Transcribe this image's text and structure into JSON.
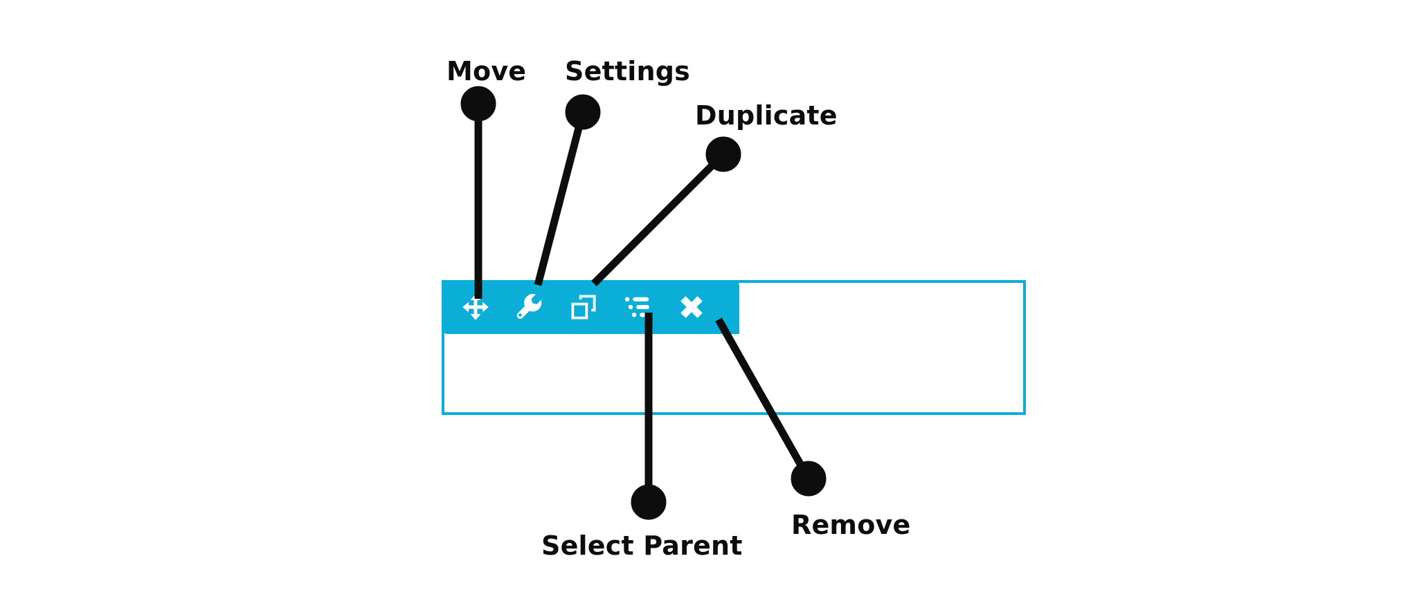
{
  "accent_color": "#0aaed6",
  "line_color": "#0d0d0d",
  "icon_color": "#ffffff",
  "background_color": "#ffffff",
  "toolbar": {
    "name": "element-toolbar",
    "buttons": [
      {
        "id": "move",
        "icon": "move-arrows-icon",
        "label": "Move"
      },
      {
        "id": "settings",
        "icon": "wrench-icon",
        "label": "Settings"
      },
      {
        "id": "duplicate",
        "icon": "copy-icon",
        "label": "Duplicate"
      },
      {
        "id": "select-parent",
        "icon": "list-tree-icon",
        "label": "Select Parent"
      },
      {
        "id": "remove",
        "icon": "close-x-icon",
        "label": "Remove"
      }
    ]
  },
  "callouts": [
    {
      "id": "move",
      "label": "Move"
    },
    {
      "id": "settings",
      "label": "Settings"
    },
    {
      "id": "duplicate",
      "label": "Duplicate"
    },
    {
      "id": "select-parent",
      "label": "Select Parent"
    },
    {
      "id": "remove",
      "label": "Remove"
    }
  ]
}
